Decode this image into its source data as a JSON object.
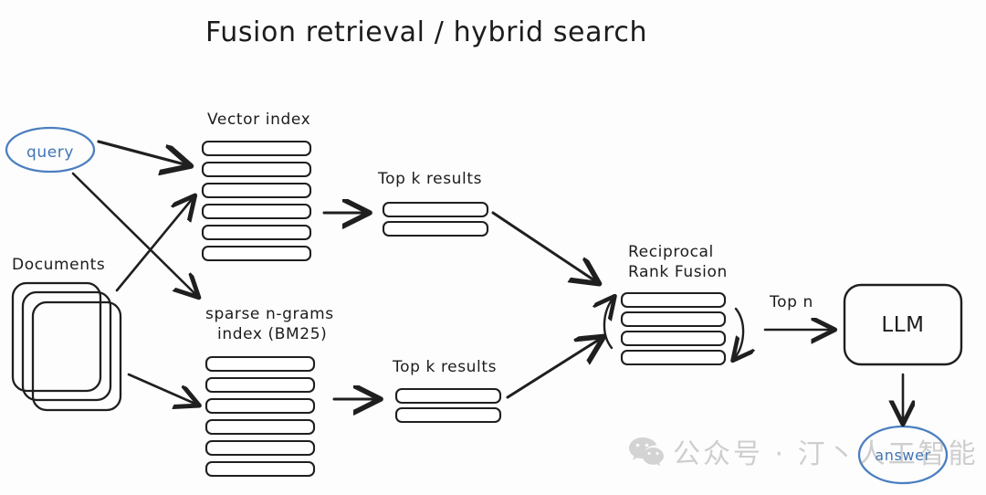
{
  "diagram": {
    "title": "Fusion retrieval / hybrid search",
    "nodes": {
      "query": {
        "label": "query",
        "color": "#4b7fc0",
        "shape": "ellipse"
      },
      "documents": {
        "label": "Documents",
        "shape": "document-stack",
        "sheets": 3
      },
      "vector_index": {
        "label": "Vector index",
        "bars": 6
      },
      "sparse_index": {
        "label_line1": "sparse n-grams",
        "label_line2": "index (BM25)",
        "bars": 6
      },
      "topk_vector": {
        "label": "Top k results",
        "bars": 2
      },
      "topk_sparse": {
        "label": "Top k results",
        "bars": 2
      },
      "rrf": {
        "label_line1": "Reciprocal",
        "label_line2": "Rank Fusion",
        "bars": 4
      },
      "llm": {
        "label": "LLM",
        "shape": "rounded-rect"
      },
      "answer": {
        "label": "answer",
        "color": "#4b7fc0",
        "shape": "ellipse"
      }
    },
    "edge_labels": {
      "top_n": "Top n"
    },
    "edges": [
      {
        "from": "query",
        "to": "vector_index"
      },
      {
        "from": "query",
        "to": "sparse_index"
      },
      {
        "from": "documents",
        "to": "vector_index"
      },
      {
        "from": "documents",
        "to": "sparse_index"
      },
      {
        "from": "vector_index",
        "to": "topk_vector"
      },
      {
        "from": "sparse_index",
        "to": "topk_sparse"
      },
      {
        "from": "topk_vector",
        "to": "rrf"
      },
      {
        "from": "topk_sparse",
        "to": "rrf"
      },
      {
        "from": "rrf",
        "to": "llm",
        "label": "Top n"
      },
      {
        "from": "llm",
        "to": "answer"
      }
    ]
  },
  "watermark": {
    "icon": "wechat-icon",
    "text": "公众号 · 汀丶人工智能"
  }
}
